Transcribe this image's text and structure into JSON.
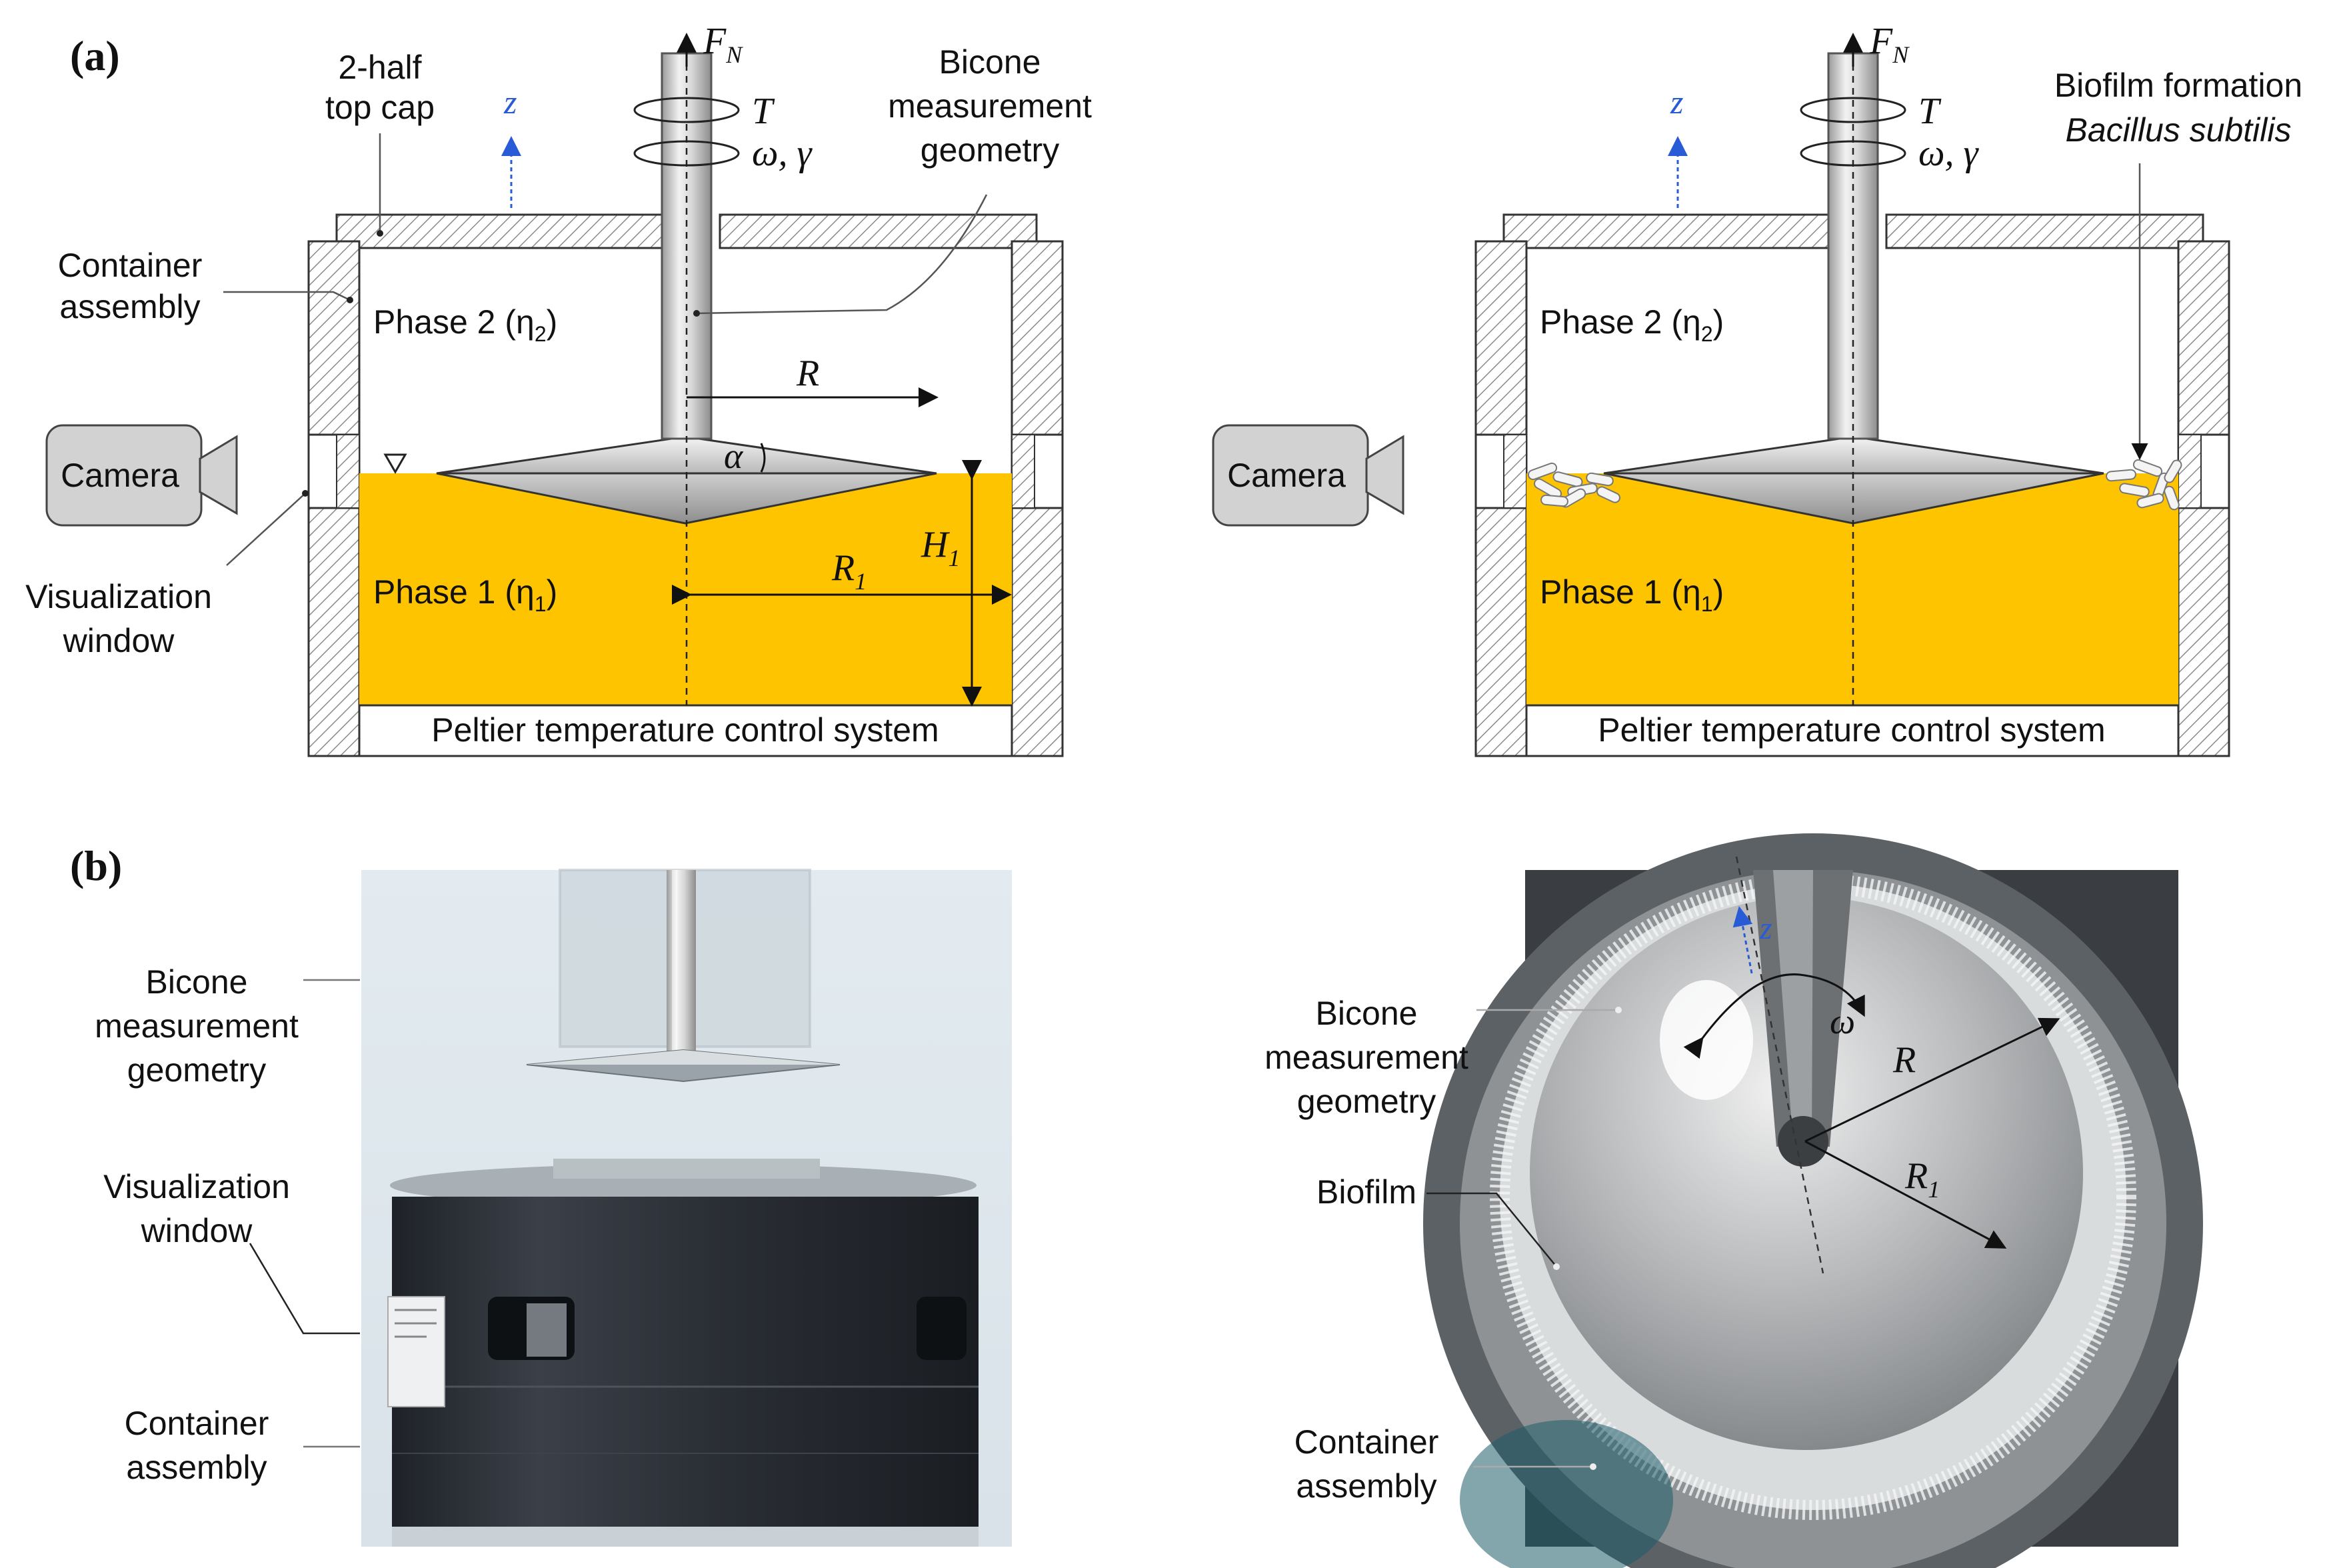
{
  "panels": {
    "a": "(a)",
    "b": "(b)"
  },
  "schematic": {
    "force": "F",
    "force_sub": "N",
    "torque": "T",
    "omega_gamma": "ω, γ",
    "z_axis": "z",
    "top_cap": [
      "2-half",
      "top cap"
    ],
    "container": [
      "Container",
      "assembly"
    ],
    "bicone": [
      "Bicone",
      "measurement",
      "geometry"
    ],
    "camera": "Camera",
    "window": [
      "Visualization",
      "window"
    ],
    "phase2": "Phase 2 (η",
    "phase2_sub": "2",
    "phase1": "Phase 1 (η",
    "phase1_sub": "1",
    "close_paren": ")",
    "R": "R",
    "R1": "R",
    "R1_sub": "1",
    "H1": "H",
    "H1_sub": "1",
    "alpha": "α",
    "peltier": "Peltier temperature control system",
    "biofilm_formation": "Biofilm formation",
    "bacillus": "Bacillus subtilis"
  },
  "photos": {
    "left_bicone": [
      "Bicone",
      "measurement",
      "geometry"
    ],
    "left_window": [
      "Visualization",
      "window"
    ],
    "left_container": [
      "Container",
      "assembly"
    ],
    "right_bicone": [
      "Bicone",
      "measurement",
      "geometry"
    ],
    "right_biofilm": "Biofilm",
    "right_container": [
      "Container",
      "assembly"
    ],
    "z": "z",
    "omega": "ω",
    "R": "R",
    "R1": "R",
    "R1_sub": "1"
  },
  "colors": {
    "fluid": "#FFC400",
    "axis_blue": "#2a5bd7",
    "camera_body": "#d2d2d2"
  }
}
